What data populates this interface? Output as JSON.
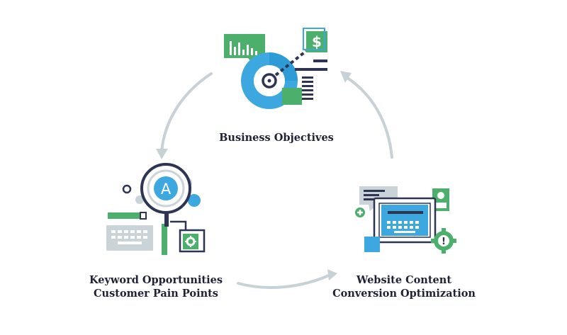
{
  "nodes": {
    "business": {
      "lines": [
        "Business Objectives"
      ]
    },
    "keyword": {
      "lines": [
        "Keyword Opportunities",
        "Customer Pain Points"
      ]
    },
    "website": {
      "lines": [
        "Website Content",
        "Conversion Optimization"
      ]
    }
  },
  "icons": {
    "business": [
      "bar-chart-icon",
      "donut-chart-icon",
      "dollar-icon",
      "document-icon"
    ],
    "keyword": [
      "magnifier-icon",
      "keyboard-icon",
      "gear-icon"
    ],
    "website": [
      "tablet-icon",
      "keyboard-icon",
      "alert-gear-icon",
      "plus-icon",
      "location-pin-icon"
    ]
  },
  "colors": {
    "blue": "#3da8e0",
    "green": "#4caf6c",
    "navy": "#2d3553",
    "gray": "#c9d3d8",
    "arrow": "#c7d1d6",
    "text": "#1f2235"
  }
}
